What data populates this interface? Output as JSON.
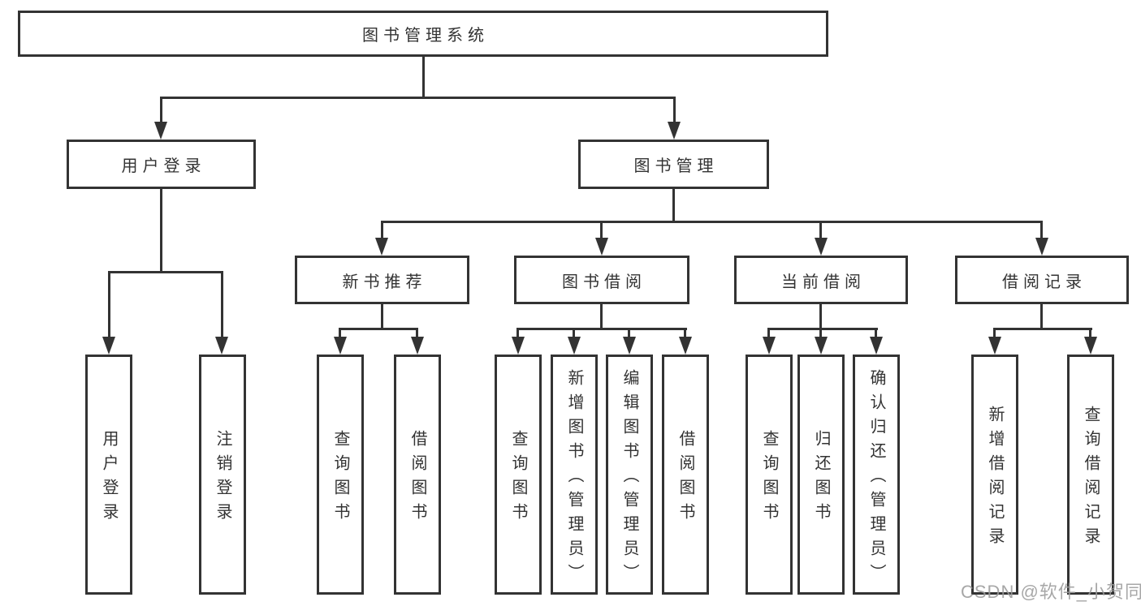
{
  "tree": {
    "root": {
      "label": "图书管理系统",
      "children": [
        {
          "label": "用户登录",
          "children": [
            {
              "label": "用户登录"
            },
            {
              "label": "注销登录"
            }
          ]
        },
        {
          "label": "图书管理",
          "children": [
            {
              "label": "新书推荐",
              "children": [
                {
                  "label": "查询图书"
                },
                {
                  "label": "借阅图书"
                }
              ]
            },
            {
              "label": "图书借阅",
              "children": [
                {
                  "label": "查询图书"
                },
                {
                  "label": "新增图书（管理员）"
                },
                {
                  "label": "编辑图书（管理员）"
                },
                {
                  "label": "借阅图书"
                }
              ]
            },
            {
              "label": "当前借阅",
              "children": [
                {
                  "label": "查询图书"
                },
                {
                  "label": "归还图书"
                },
                {
                  "label": "确认归还（管理员）"
                }
              ]
            },
            {
              "label": "借阅记录",
              "children": [
                {
                  "label": "新增借阅记录"
                },
                {
                  "label": "查询借阅记录"
                }
              ]
            }
          ]
        }
      ]
    }
  },
  "watermark": {
    "text": "CSDN @软件_小贺同学"
  },
  "colors": {
    "line": "#333333",
    "text": "#333333",
    "background": "#ffffff",
    "watermark": "#9b9b9b"
  }
}
